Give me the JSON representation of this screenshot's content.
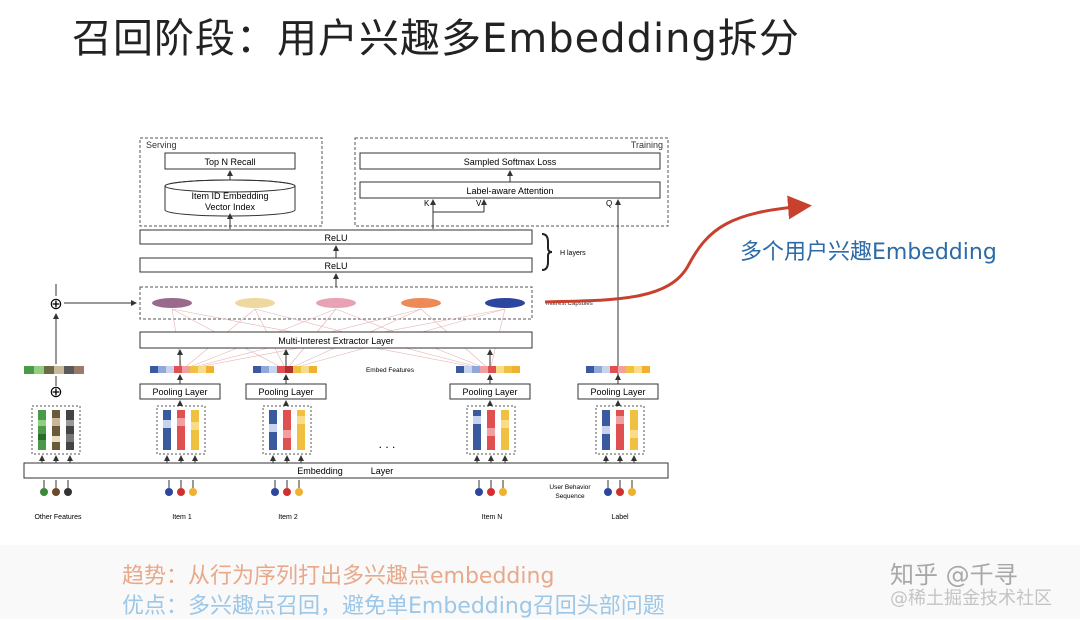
{
  "page": {
    "title": "召回阶段：用户兴趣多Embedding拆分",
    "annotation": "多个用户兴趣Embedding",
    "bottom": {
      "trend": "趋势：从行为序列打出多兴趣点embedding",
      "pros": "优点：多兴趣点召回，避免单Embedding召回头部问题"
    },
    "watermark": {
      "line1": "知乎 @千寻",
      "line2": "@稀土掘金技术社区"
    }
  },
  "diagram": {
    "serving_label": "Serving",
    "training_label": "Training",
    "top_n_recall": "Top N Recall",
    "item_index_line1": "Item ID Embedding",
    "item_index_line2": "Vector Index",
    "sampled_softmax": "Sampled Softmax Loss",
    "label_attention": "Label-aware Attention",
    "k": "K",
    "v": "V",
    "q": "Q",
    "relu": "ReLU",
    "h_layers": "H layers",
    "interest_capsules": "Interest Capsules",
    "multi_interest": "Multi-Interest Extractor Layer",
    "embed_features": "Embed Features",
    "pooling": "Pooling Layer",
    "embedding_layer_a": "Embedding",
    "embedding_layer_b": "Layer",
    "ellipsis": ". . .",
    "user_behavior_line1": "User Behavior",
    "user_behavior_line2": "Sequence",
    "inputs": [
      "Other Features",
      "Item 1",
      "Item 2",
      "Item N",
      "Label"
    ],
    "plus": "⊕",
    "capsule_colors": [
      "#9a6a8c",
      "#eed8a0",
      "#e8a2b4",
      "#ee8a58",
      "#2c46a0"
    ]
  },
  "colors": {
    "arrow": "#c8412e",
    "annotation": "#2c6aa8"
  }
}
